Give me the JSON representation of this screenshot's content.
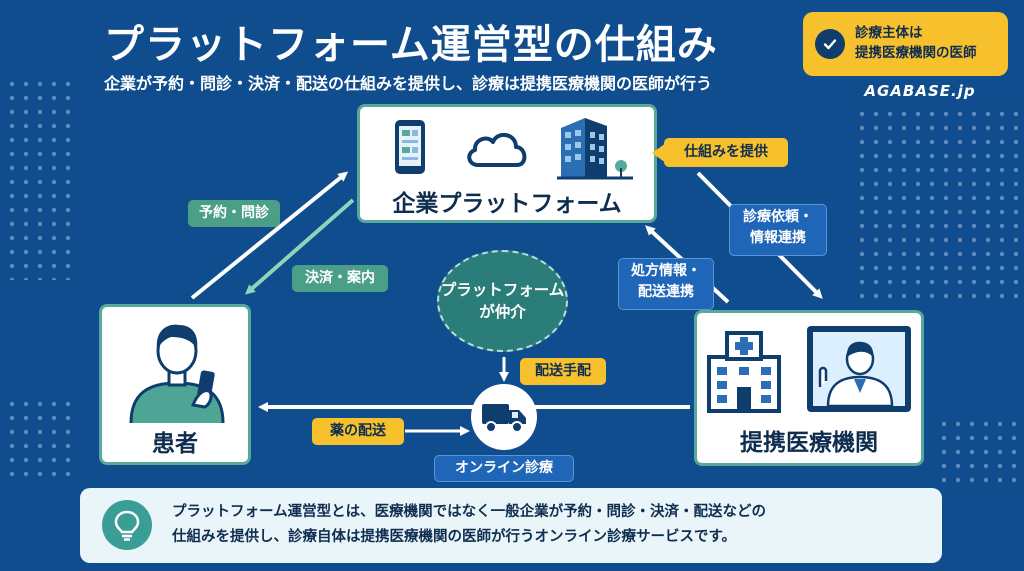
{
  "header": {
    "title": "プラットフォーム運営型の仕組み",
    "subtitle": "企業が予約・問診・決済・配送の仕組みを提供し、診療は提携医療機関の医師が行う"
  },
  "badge": {
    "line1": "診療主体は",
    "line2": "提携医療機関の医師",
    "icon": "check-icon"
  },
  "brand": "AGABASE.jp",
  "nodes": {
    "platform": {
      "label": "企業プラットフォーム",
      "icons": [
        "smartphone-icon",
        "cloud-icon",
        "building-icon"
      ]
    },
    "patient": {
      "label": "患者",
      "icons": [
        "person-with-phone-icon"
      ]
    },
    "clinic": {
      "label": "提携医療機関",
      "icons": [
        "hospital-icon",
        "doctor-monitor-icon"
      ]
    }
  },
  "center": {
    "line1": "プラットフォーム",
    "line2": "が仲介"
  },
  "edges": {
    "reserve": "予約・問診",
    "payment": "決済・案内",
    "provide": "仕組みを提供",
    "request_line1": "診療依頼・",
    "request_line2": "情報連携",
    "prescription_line1": "処方情報・",
    "prescription_line2": "配送連携",
    "delivery_arrange": "配送手配",
    "medicine": "薬の配送",
    "online": "オンライン診療"
  },
  "footer": {
    "line1": "プラットフォーム運営型とは、医療機関ではなく一般企業が予約・問診・決済・配送などの",
    "line2": "仕組みを提供し、診療自体は提携医療機関の医師が行うオンライン診療サービスです。",
    "icon": "lightbulb-icon"
  },
  "colors": {
    "background": "#0f4d8e",
    "accent_yellow": "#f7c02d",
    "accent_green": "#4c9f87",
    "accent_blue": "#2066b8",
    "text_dark": "#0f2e4f"
  }
}
